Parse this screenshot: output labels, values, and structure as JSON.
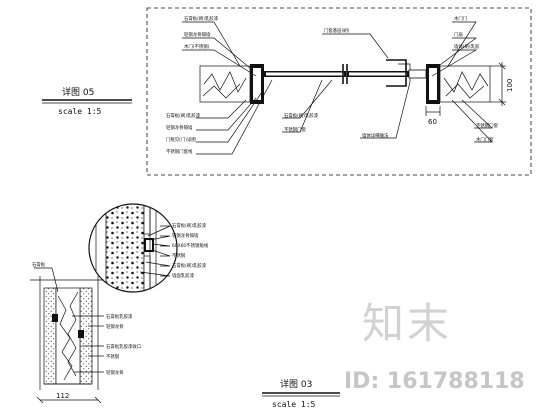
{
  "detail_05": {
    "title": "详图 05",
    "scale": "scale 1:5",
    "dim_height": "100",
    "dim_small": "60",
    "callouts": [
      "石膏板(刷)乳胶漆",
      "轻钢龙骨隔墙",
      "木门(不锈钢)",
      "石膏板(刷)乳胶漆",
      "轻钢龙骨隔墙",
      "门框见(门)详图",
      "不锈钢门套线",
      "石膏板(刷)乳胶漆",
      "不锈钢门套",
      "门套基层(刷)",
      "墙体详细做法",
      "木门门",
      "门扇",
      "墙体(刷)乳胶",
      "不锈钢门套",
      "木门门套"
    ]
  },
  "detail_03": {
    "title": "详图 03",
    "scale": "scale 1:5",
    "dim_width": "112",
    "callouts": [
      "石膏板(刷)乳胶漆",
      "轻钢龙骨隔墙",
      "60X60不锈钢角线",
      "不锈钢",
      "石膏板(刷)乳胶漆",
      "墙面乳胶漆",
      "石膏板",
      "石膏板乳胶漆",
      "轻钢龙骨",
      "石膏板乳胶漆收口"
    ]
  },
  "watermark": {
    "brand": "知末",
    "id": "ID: 161788118"
  }
}
